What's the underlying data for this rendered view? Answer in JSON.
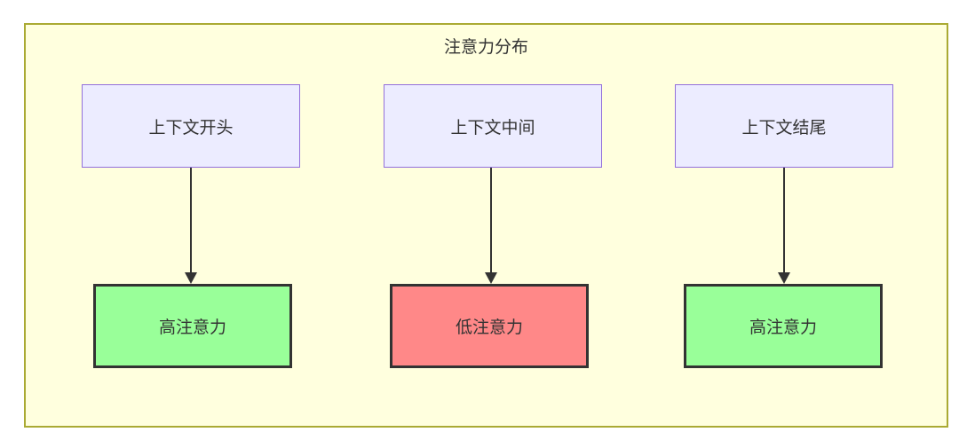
{
  "diagram": {
    "title": "注意力分布",
    "top_nodes": [
      {
        "label": "上下文开头"
      },
      {
        "label": "上下文中间"
      },
      {
        "label": "上下文结尾"
      }
    ],
    "bottom_nodes": [
      {
        "label": "高注意力",
        "level": "high"
      },
      {
        "label": "低注意力",
        "level": "low"
      },
      {
        "label": "高注意力",
        "level": "high"
      }
    ],
    "edges": [
      {
        "from": "上下文开头",
        "to": "高注意力"
      },
      {
        "from": "上下文中间",
        "to": "低注意力"
      },
      {
        "from": "上下文结尾",
        "to": "高注意力"
      }
    ],
    "colors": {
      "container_bg": "#FFFFDE",
      "container_border": "#AAAA33",
      "context_node_bg": "#ECECFF",
      "context_node_border": "#9370DB",
      "high_attention_bg": "#99FF99",
      "low_attention_bg": "#FF8888",
      "attention_node_border": "#333333",
      "text": "#333333",
      "arrow": "#333333"
    }
  }
}
